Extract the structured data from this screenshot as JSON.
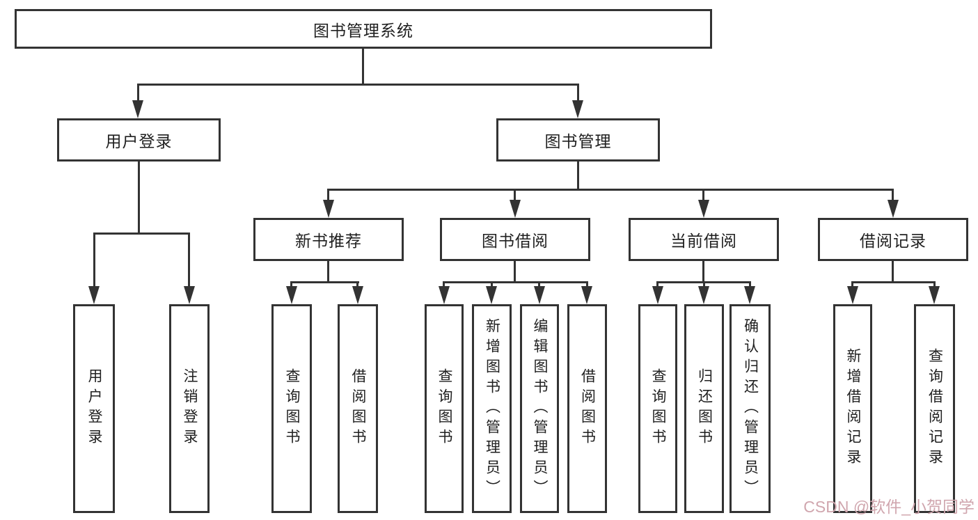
{
  "diagram": {
    "root": "图书管理系统",
    "level2": [
      "用户登录",
      "图书管理"
    ],
    "level3": [
      "新书推荐",
      "图书借阅",
      "当前借阅",
      "借阅记录"
    ],
    "leaves_user_login": [
      "用户登录",
      "注销登录"
    ],
    "leaves_new_book": [
      "查询图书",
      "借阅图书"
    ],
    "leaves_book_borrow": [
      "查询图书",
      "新增图书（管理员）",
      "编辑图书（管理员）",
      "借阅图书"
    ],
    "leaves_current_borrow": [
      "查询图书",
      "归还图书",
      "确认归还（管理员）"
    ],
    "leaves_borrow_records": [
      "新增借阅记录",
      "查询借阅记录"
    ],
    "watermark": "CSDN @软件_小贺同学"
  },
  "colors": {
    "line": "#333333",
    "text": "#1f1f1f",
    "watermark": "#d0a6ae",
    "background": "#ffffff"
  }
}
